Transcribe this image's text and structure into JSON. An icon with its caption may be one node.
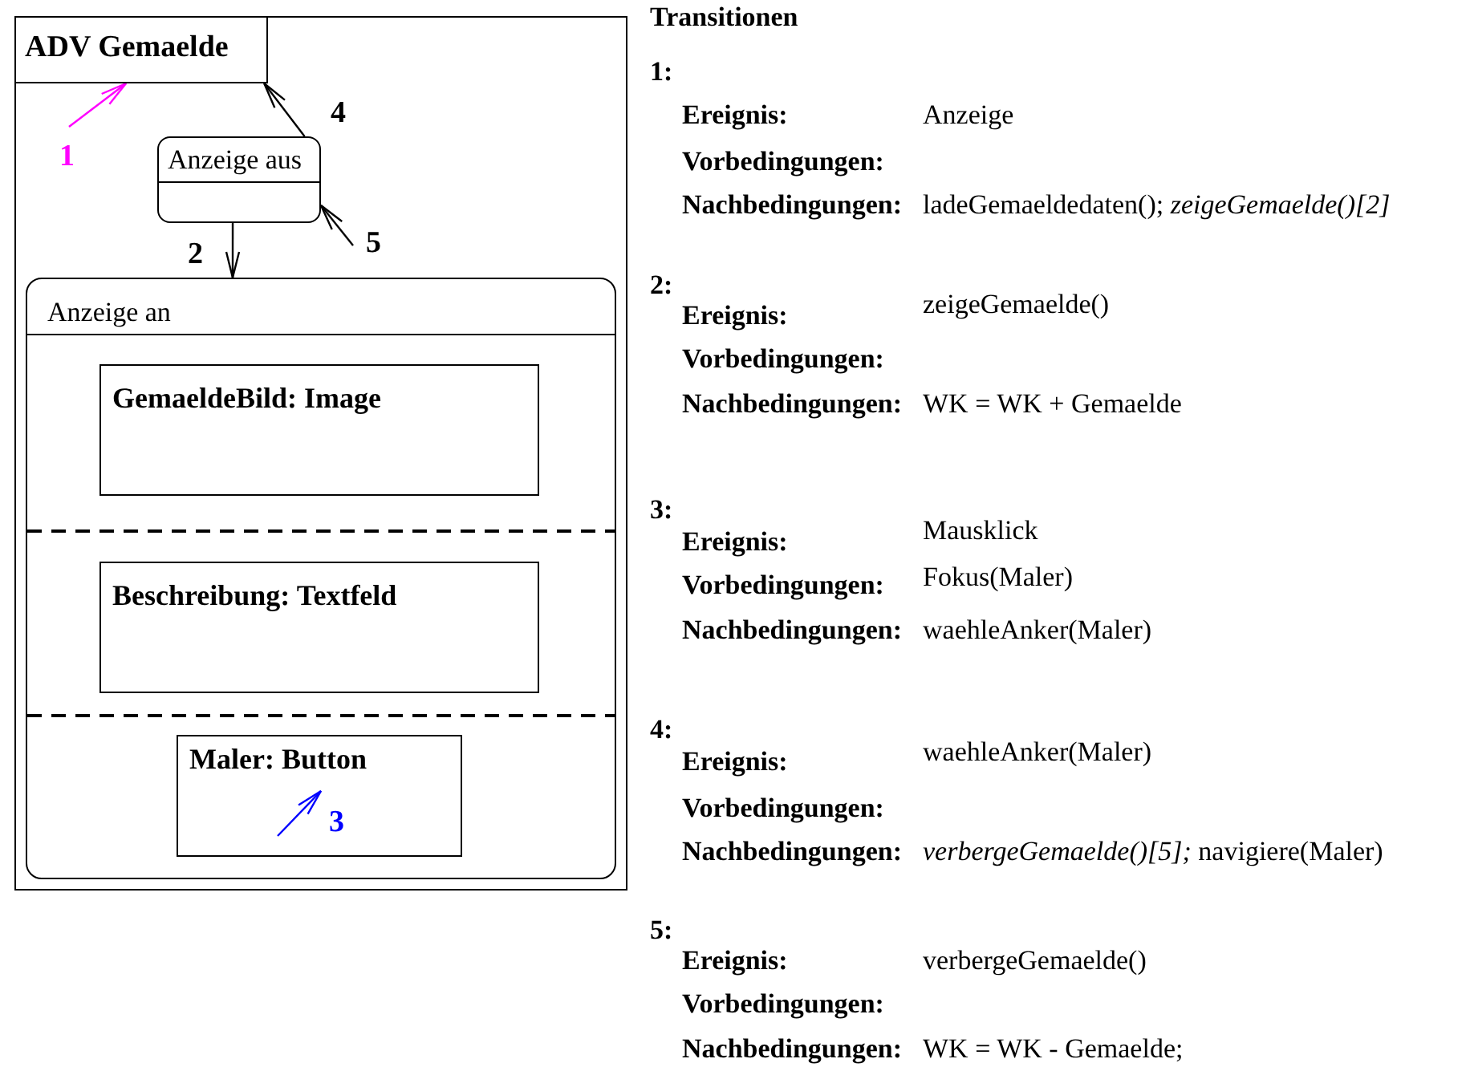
{
  "diagram": {
    "nodes": [
      {
        "text": [],
        "shape": "box"
      },
      {
        "text": [
          "ADV Gemaelde"
        ],
        "in": 0
      },
      {
        "text": [
          "Anzeige aus"
        ],
        "in": 0
      },
      {
        "text": [
          "Anzeige an"
        ],
        "in": 0
      },
      {
        "text": [
          "GemaeldeBild: Image"
        ],
        "in": 3
      },
      {
        "text": [
          "Beschreibung: Textfeld"
        ],
        "in": 3
      },
      {
        "text": [
          "Maler: Button"
        ],
        "in": 3
      }
    ],
    "edges": [
      {
        "from": null,
        "to": 1,
        "arrow": "to",
        "label": "1",
        "color": "#ff00ff"
      },
      {
        "from": 2,
        "to": 3,
        "arrow": "to",
        "label": "2"
      },
      {
        "from": 2,
        "to": 1,
        "arrow": "to",
        "label": "4"
      },
      {
        "from": null,
        "to": 2,
        "arrow": "to",
        "label": "5"
      }
    ],
    "labels": [
      "3",
      "Transitionen",
      "1:",
      "Ereignis:",
      "Anzeige",
      "Vorbedingungen:",
      "Nachbedingungen:",
      "ladeGemaeldedaten(); *zeigeGemaelde()[2]*",
      "2:",
      "Ereignis:",
      "zeigeGemaelde()",
      "Vorbedingungen:",
      "Nachbedingungen:",
      "WK = WK + Gemaelde",
      "3:",
      "Ereignis:",
      "Mausklick",
      "Vorbedingungen:",
      "Fokus(Maler)",
      "Nachbedingungen:",
      "waehleAnker(Maler)",
      "4:",
      "Ereignis:",
      "waehleAnker(Maler)",
      "Vorbedingungen:",
      "Nachbedingungen:",
      "*verbergeGemaelde()[5];* navigiere(Maler)",
      "5:",
      "Ereignis:",
      "verbergeGemaelde()",
      "Vorbedingungen:",
      "Nachbedingungen:",
      "WK = WK - Gemaelde;"
    ]
  }
}
